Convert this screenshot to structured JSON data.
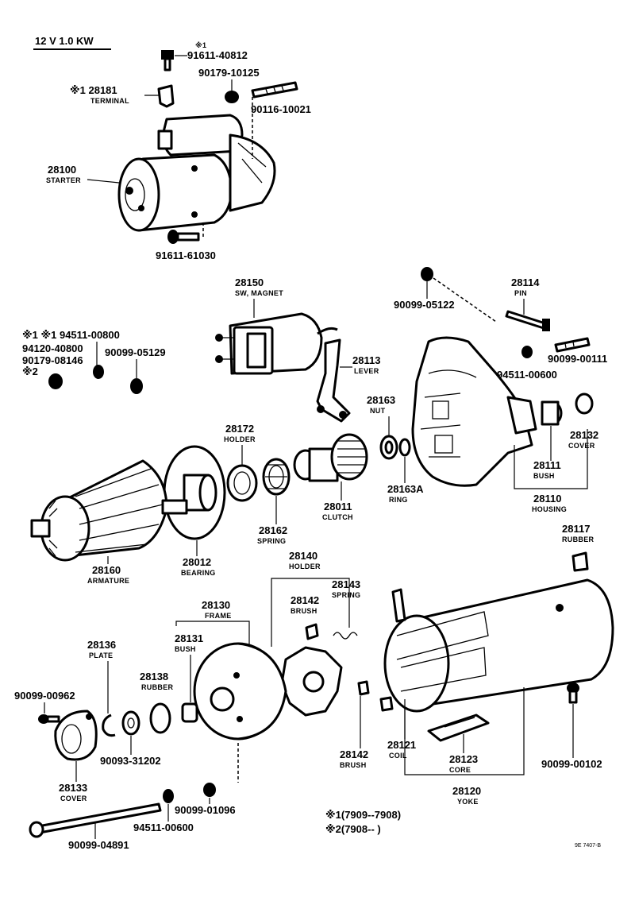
{
  "header": {
    "spec": "12 V  1.0 KW",
    "footnote_1": "※1(7909--7908)",
    "footnote_2": "※2(7908--      )",
    "catalog_code": "9E  7407-B"
  },
  "callouts": {
    "bolt_top": {
      "note": "※1",
      "part": "91611-40812"
    },
    "terminal": {
      "part": "※1 28181",
      "name": "TERMINAL"
    },
    "nut_top": {
      "part": "90179-10125"
    },
    "stud_top": {
      "part": "90116-10021"
    },
    "starter": {
      "part": "28100",
      "name": "STARTER"
    },
    "bolt_bottom": {
      "part": "91611-61030"
    },
    "magnet_switch": {
      "part": "28150",
      "name": "SW, MAGNET"
    },
    "lever": {
      "part": "28113",
      "name": "LEVER"
    },
    "nut_dashed": {
      "part": "90099-05122"
    },
    "pin": {
      "part": "28114",
      "name": "PIN"
    },
    "bolt_right": {
      "part": "90099-00111"
    },
    "washer_right": {
      "part": "94511-00600"
    },
    "left_group": {
      "line1": "※1 ※1 94511-00800",
      "line2": "94120-40800",
      "line3": "90179-08146",
      "line4": "※2",
      "extra": "90099-05129"
    },
    "nut_28163": {
      "part": "28163",
      "name": "NUT"
    },
    "ring": {
      "part": "28163A",
      "name": "RING"
    },
    "housing": {
      "part": "28110",
      "name": "HOUSING"
    },
    "bush_housing": {
      "part": "28111",
      "name": "BUSH"
    },
    "cover_right": {
      "part": "28132",
      "name": "COVER"
    },
    "holder_28172": {
      "part": "28172",
      "name": "HOLDER"
    },
    "spring_28162": {
      "part": "28162",
      "name": "SPRING"
    },
    "clutch": {
      "part": "28011",
      "name": "CLUTCH"
    },
    "armature": {
      "part": "28160",
      "name": "ARMATURE"
    },
    "bearing": {
      "part": "28012",
      "name": "BEARING"
    },
    "rubber_right": {
      "part": "28117",
      "name": "RUBBER"
    },
    "holder_28140": {
      "part": "28140",
      "name": "HOLDER"
    },
    "brush_28142_top": {
      "part": "28142",
      "name": "BRUSH"
    },
    "spring_28143": {
      "part": "28143",
      "name": "SPRING"
    },
    "frame": {
      "part": "28130",
      "name": "FRAME"
    },
    "bush_frame": {
      "part": "28131",
      "name": "BUSH"
    },
    "plate": {
      "part": "28136",
      "name": "PLATE"
    },
    "rubber_frame": {
      "part": "28138",
      "name": "RUBBER"
    },
    "screw_cover": {
      "part": "90099-00962"
    },
    "washer_cover": {
      "part": "90093-31202"
    },
    "cover_bottom": {
      "part": "28133",
      "name": "COVER"
    },
    "brush_28142_bottom": {
      "part": "28142",
      "name": "BRUSH"
    },
    "coil": {
      "part": "28121",
      "name": "COIL"
    },
    "core": {
      "part": "28123",
      "name": "CORE"
    },
    "yoke": {
      "part": "28120",
      "name": "YOKE"
    },
    "screw_yoke": {
      "part": "90099-00102"
    },
    "nut_frame": {
      "part": "90099-01096"
    },
    "washer_bolt": {
      "part": "94511-00600"
    },
    "through_bolt": {
      "part": "90099-04891"
    }
  }
}
